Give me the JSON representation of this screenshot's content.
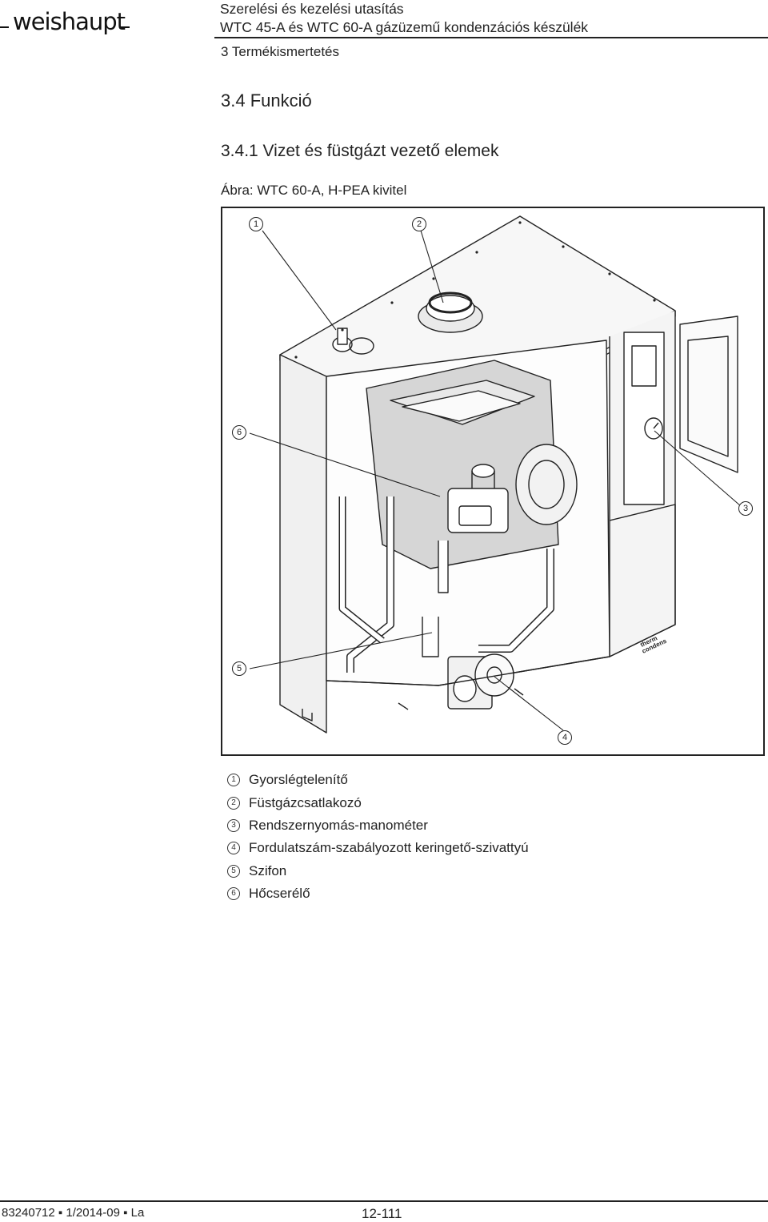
{
  "header": {
    "logo_text": "weishaupt",
    "doc_title_line1": "Szerelési és kezelési utasítás",
    "doc_title_line2": "WTC 45-A és WTC 60-A gázüzemű kondenzációs készülék",
    "chapter": "3 Termékismertetés"
  },
  "section": {
    "heading": "3.4 Funkció",
    "subheading": "3.4.1 Vizet és füstgázt vezető elemek",
    "figure_caption": "Ábra: WTC 60-A, H-PEA kivitel"
  },
  "figure": {
    "callouts": [
      "1",
      "2",
      "3",
      "4",
      "5",
      "6"
    ],
    "brand_mark_line1": "therm",
    "brand_mark_line2": "condens"
  },
  "legend": [
    {
      "num": "1",
      "text": "Gyorslégtelenítő"
    },
    {
      "num": "2",
      "text": "Füstgázcsatlakozó"
    },
    {
      "num": "3",
      "text": "Rendszernyomás-manométer"
    },
    {
      "num": "4",
      "text": "Fordulatszám-szabályozott keringető-szivattyú"
    },
    {
      "num": "5",
      "text": "Szifon"
    },
    {
      "num": "6",
      "text": "Hőcserélő"
    }
  ],
  "footer": {
    "doc_ref": "83240712 ▪ 1/2014-09 ▪ La",
    "page_number": "12-111"
  }
}
